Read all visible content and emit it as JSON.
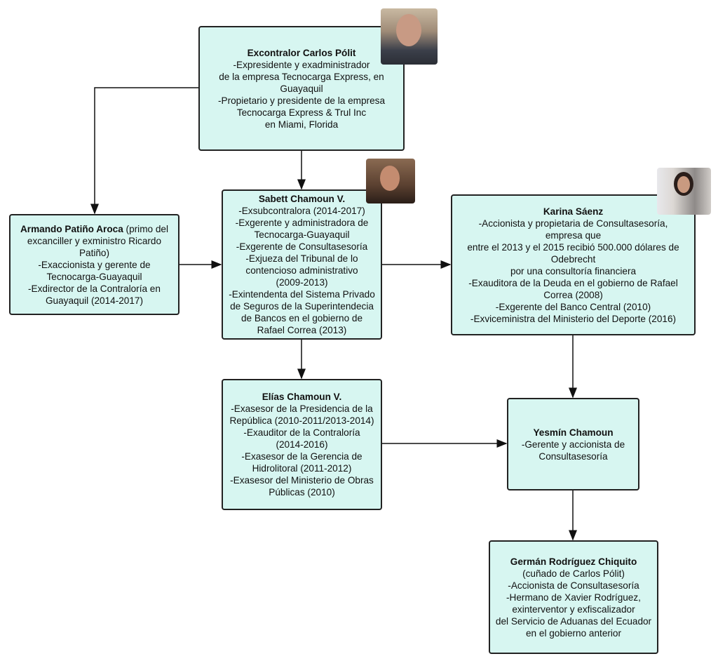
{
  "nodes": {
    "polit": {
      "name": "Excontralor Carlos Pólit",
      "text": "-Expresidente y exadministrador\nde la empresa Tecnocarga Express, en\nGuayaquil\n-Propietario y presidente de la empresa\nTecnocarga Express & Trul Inc\nen Miami, Florida"
    },
    "armando": {
      "name": "Armando Patiño Aroca",
      "text": " (primo del\nexcanciller y exministro Ricardo\nPatiño)\n-Exaccionista y gerente de\nTecnocarga-Guayaquil\n-Exdirector de la Contraloría en\nGuayaquil (2014-2017)"
    },
    "sabett": {
      "name": "Sabett Chamoun V.",
      "text": "-Exsubcontralora (2014-2017)\n-Exgerente y administradora de\nTecnocarga-Guayaquil\n-Exgerente de Consultasesoría\n-Exjueza del Tribunal de lo\ncontencioso administrativo\n(2009-2013)\n-Exintendenta del Sistema Privado\nde Seguros de la Superintendecia\nde Bancos en el gobierno de\nRafael Correa (2013)"
    },
    "karina": {
      "name": "Karina Sáenz",
      "text": "-Accionista y propietaria de Consultasesoría,\nempresa que\nentre el 2013 y el 2015 recibió 500.000 dólares de\nOdebrecht\npor una consultoría financiera\n-Exauditora de la Deuda en el gobierno de Rafael\nCorrea (2008)\n-Exgerente del Banco Central (2010)\n-Exviceministra del Ministerio del Deporte (2016)"
    },
    "elias": {
      "name": "Elías Chamoun V.",
      "text": "-Exasesor de la Presidencia de la\nRepública (2010-2011/2013-2014)\n-Exauditor de la Contraloría\n(2014-2016)\n-Exasesor de la Gerencia de\nHidrolitoral (2011-2012)\n-Exasesor del Ministerio de Obras\nPúblicas (2010)"
    },
    "yesmin": {
      "name": "Yesmín Chamoun",
      "text": "-Gerente y accionista de\nConsultasesoría"
    },
    "german": {
      "name": "Germán Rodríguez Chiquito",
      "text": "(cuñado de Carlos Pólit)\n-Accionista de Consultasesoría\n-Hermano de Xavier Rodríguez,\nexinterventor y exfiscalizador\ndel Servicio de Aduanas del Ecuador\nen el gobierno anterior"
    }
  },
  "colors": {
    "box_fill": "#d7f6f1",
    "border": "#222222"
  }
}
